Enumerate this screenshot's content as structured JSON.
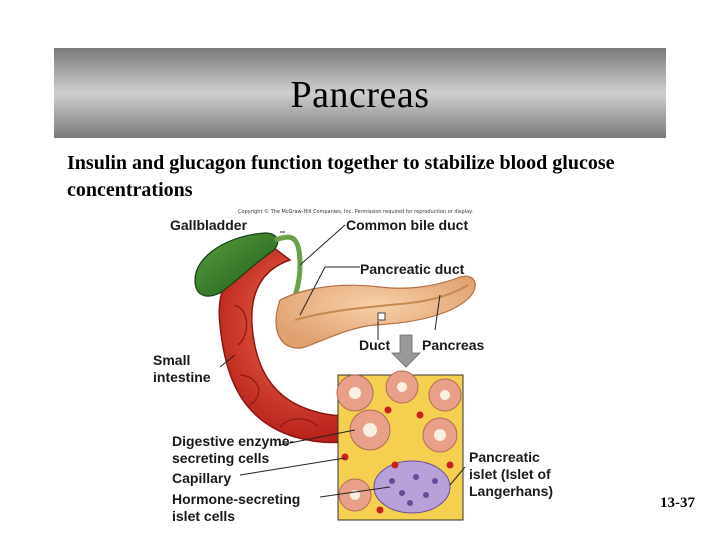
{
  "title": "Pancreas",
  "subtitle": "Insulin and glucagon function together to stabilize blood glucose concentrations",
  "figure": {
    "copyright": "Copyright © The McGraw-Hill Companies, Inc. Permission required for reproduction or display.",
    "labels": {
      "gallbladder": "Gallbladder",
      "common_bile_duct": "Common bile duct",
      "pancreatic_duct": "Pancreatic duct",
      "small_intestine_1": "Small",
      "small_intestine_2": "intestine",
      "duct": "Duct",
      "pancreas": "Pancreas",
      "digestive_1": "Digestive enzyme-",
      "digestive_2": "secreting cells",
      "capillary": "Capillary",
      "hormone_1": "Hormone-secreting",
      "hormone_2": "islet cells",
      "islet_1": "Pancreatic",
      "islet_2": "islet (Islet of",
      "islet_3": "Langerhans)"
    }
  },
  "slide_number": "13-37"
}
